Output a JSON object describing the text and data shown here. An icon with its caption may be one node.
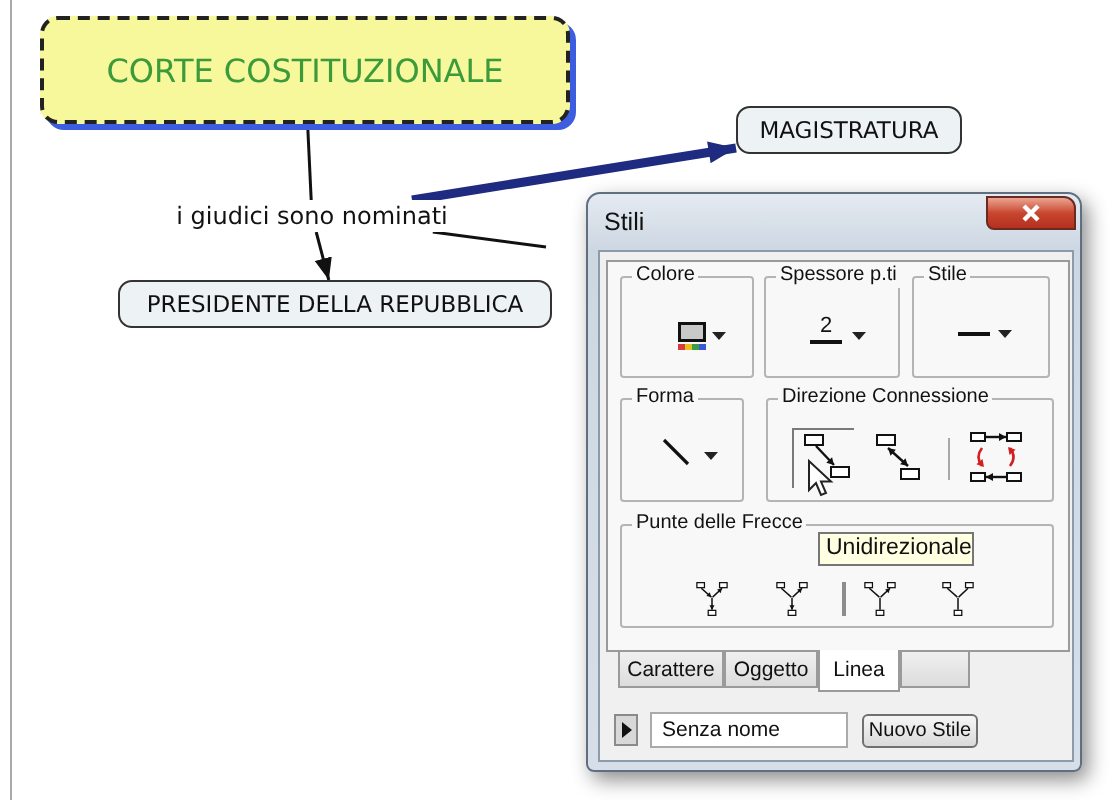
{
  "diagram": {
    "nodes": [
      {
        "text": [
          "CORTE COSTITUZIONALE"
        ]
      },
      {
        "text": [
          "i giudici sono nominati"
        ]
      },
      {
        "text": [
          "PRESIDENTE DELLA REPUBBLICA"
        ]
      },
      {
        "text": [
          "MAGISTRATURA"
        ]
      },
      {
        "text": [
          "Stili"
        ]
      },
      {
        "text": [
          "Colore"
        ],
        "in": 4
      },
      {
        "text": [
          "Spessore p.ti",
          "2"
        ],
        "in": 4
      },
      {
        "text": [
          "Stile"
        ],
        "in": 4
      },
      {
        "text": [
          "Forma"
        ],
        "in": 4
      },
      {
        "text": [
          "Direzione Connessione"
        ],
        "in": 4
      },
      {
        "text": [
          "Punte delle Frecce"
        ],
        "in": 4
      },
      {
        "text": [
          "Unidirezionale"
        ],
        "in": 10
      },
      {
        "text": [
          "Carattere"
        ],
        "in": 4
      },
      {
        "text": [
          "Oggetto"
        ],
        "in": 4
      },
      {
        "text": [
          "Linea"
        ],
        "in": 4
      },
      {
        "text": [],
        "shape": "box",
        "in": 4
      },
      {
        "text": [
          "Senza nome"
        ],
        "in": 4
      },
      {
        "text": [
          "Nuovo Stile"
        ],
        "in": 4
      }
    ],
    "edges": [
      {
        "from": 0,
        "to": 1,
        "arrow": "none"
      },
      {
        "from": 1,
        "to": 2,
        "arrow": "to"
      },
      {
        "from": 1,
        "to": 3,
        "arrow": "to",
        "style": "thick",
        "color": "#1f2b80"
      },
      {
        "from": 1,
        "to": null,
        "arrow": "none"
      }
    ]
  }
}
